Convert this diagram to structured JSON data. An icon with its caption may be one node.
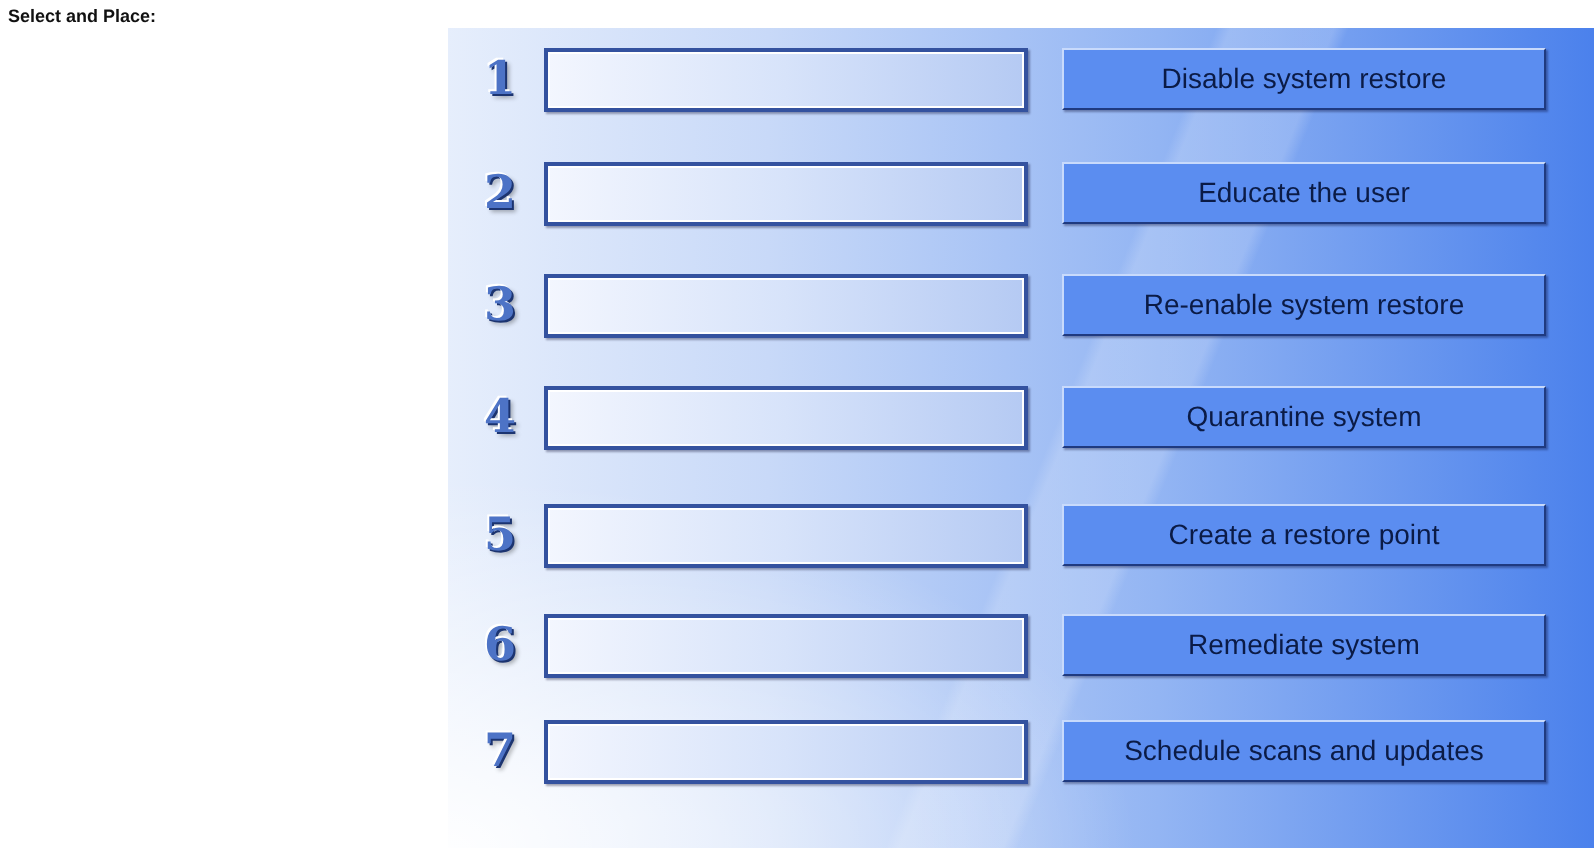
{
  "diagram": {
    "title": "Select and Place:",
    "nodes": [
      {
        "text": [],
        "shape": "box",
        "beside": [
          "1"
        ]
      },
      {
        "text": [
          "Disable system restore"
        ]
      },
      {
        "text": [],
        "shape": "box",
        "beside": [
          "2"
        ]
      },
      {
        "text": [
          "Educate the user"
        ]
      },
      {
        "text": [],
        "shape": "box",
        "beside": [
          "3"
        ]
      },
      {
        "text": [
          "Re-enable system restore"
        ]
      },
      {
        "text": [],
        "shape": "box",
        "beside": [
          "4"
        ]
      },
      {
        "text": [
          "Quarantine system"
        ]
      },
      {
        "text": [],
        "shape": "box",
        "beside": [
          "5"
        ]
      },
      {
        "text": [
          "Create a restore point"
        ]
      },
      {
        "text": [],
        "shape": "box",
        "beside": [
          "6"
        ]
      },
      {
        "text": [
          "Remediate system"
        ]
      },
      {
        "text": [],
        "shape": "box",
        "beside": [
          "7"
        ]
      },
      {
        "text": [
          "Schedule scans and updates"
        ]
      }
    ]
  }
}
